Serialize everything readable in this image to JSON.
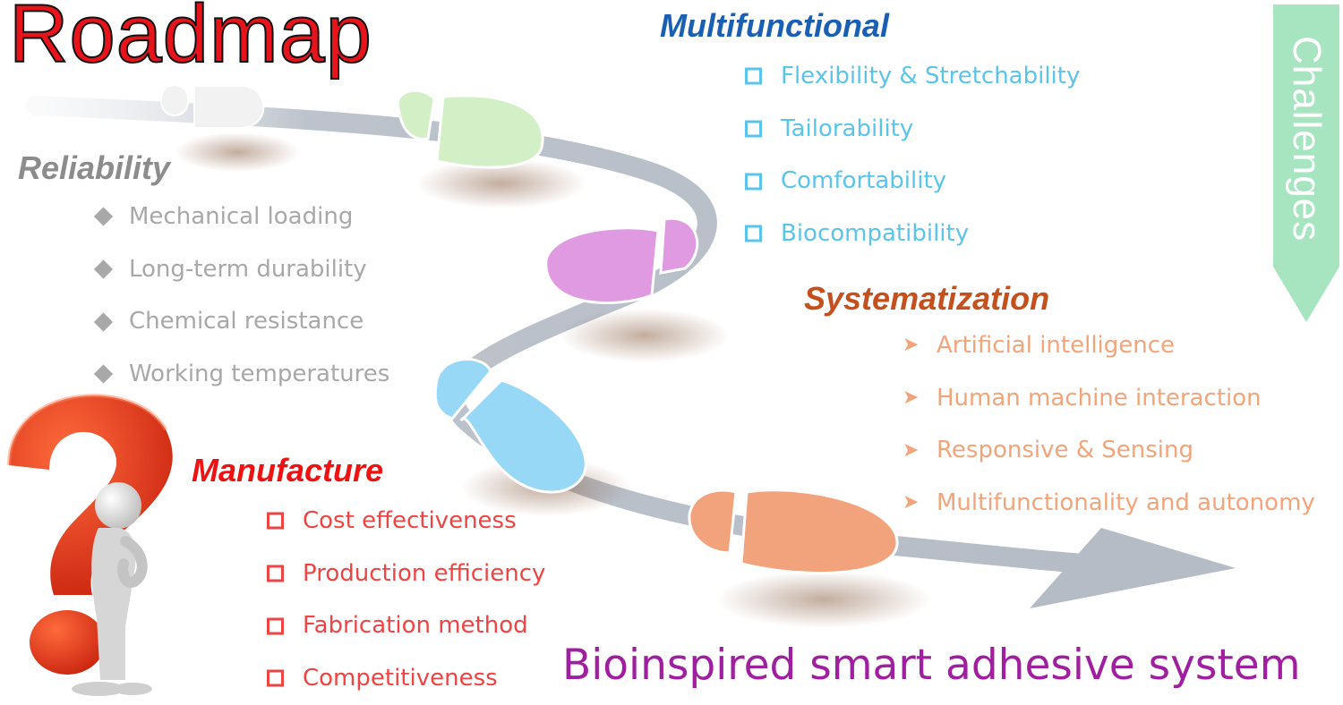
{
  "title": "Roadmap",
  "challenges_label": "Challenges",
  "tagline": "Bioinspired smart adhesive system",
  "colors": {
    "title": "#e8141c",
    "multifunctional_head": "#1a5fb4",
    "multifunctional_items": "#5bc4ea",
    "reliability_head": "#8c8c8c",
    "reliability_items": "#a8a8a8",
    "systematization_head": "#c4501e",
    "systematization_items": "#f2a47a",
    "manufacture_head": "#ee1212",
    "manufacture_items": "#ef4444",
    "tagline": "#a01fa0",
    "challenges_banner": "#a6e5c0",
    "challenges_text": "#ffffff",
    "path": "#b6bcc6",
    "footprints": [
      "#f2f2f2",
      "#d3efc6",
      "#df9ae2",
      "#96d8f5",
      "#f2a37c"
    ]
  },
  "sections": {
    "multifunctional": {
      "heading": "Multifunctional",
      "bullet_icon": "hollow-square",
      "items": [
        "Flexibility & Stretchability",
        "Tailorability",
        "Comfortability",
        "Biocompatibility"
      ]
    },
    "reliability": {
      "heading": "Reliability",
      "bullet_icon": "diamond",
      "items": [
        "Mechanical loading",
        "Long-term durability",
        "Chemical resistance",
        "Working temperatures"
      ]
    },
    "systematization": {
      "heading": "Systematization",
      "bullet_icon": "arrowhead",
      "items": [
        "Artificial intelligence",
        "Human machine interaction",
        "Responsive & Sensing",
        "Multifunctionality and autonomy"
      ]
    },
    "manufacture": {
      "heading": "Manufacture",
      "bullet_icon": "hollow-square",
      "items": [
        "Cost effectiveness",
        "Production efficiency",
        "Fabrication method",
        "Competitiveness"
      ]
    }
  },
  "icons": {
    "question": "question-mark-icon",
    "figure": "thinking-person-icon",
    "footprint": "footprint-icon"
  }
}
